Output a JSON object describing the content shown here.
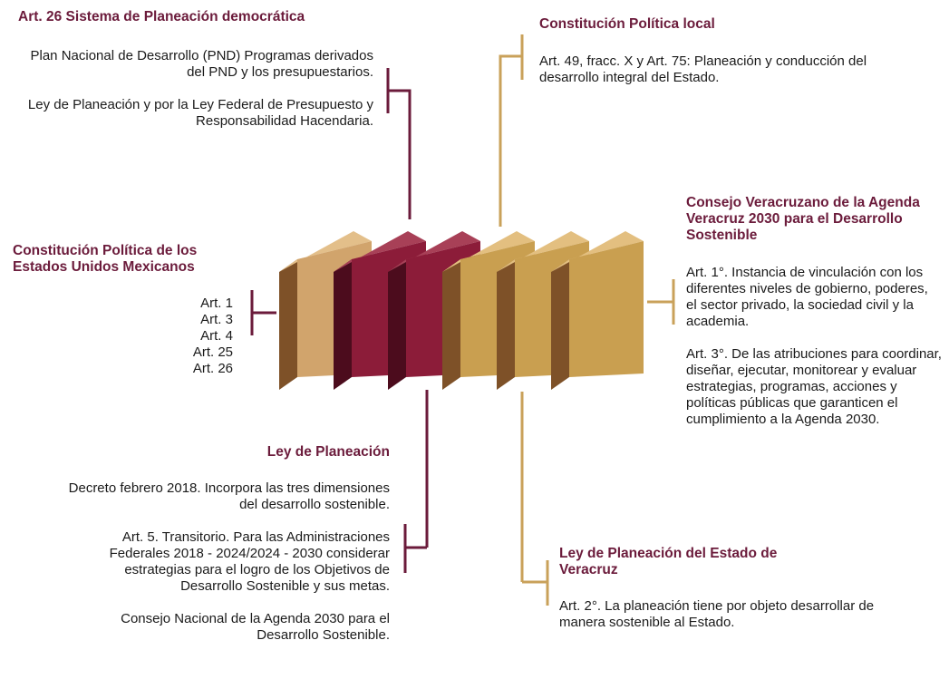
{
  "colors": {
    "maroon_title": "#6b1b3b",
    "maroon_line": "#6b1b3b",
    "gold_line": "#c9a15a"
  },
  "blocks": {
    "art26": {
      "title": "Art. 26 Sistema de Planeación democrática",
      "p1": "Plan Nacional de Desarrollo (PND) Programas derivados del PND y los presupuestarios.",
      "p2": "Ley de Planeación y por la Ley Federal de Presupuesto y Responsabilidad Hacendaria."
    },
    "constitucion_local": {
      "title": "Constitución Política local",
      "p1": "Art. 49, fracc. X y Art. 75: Planeación y conducción del desarrollo integral del Estado."
    },
    "constitucion_federal": {
      "title": "Constitución Política de los Estados Unidos Mexicanos",
      "articles": [
        "Art. 1",
        "Art. 3",
        "Art. 4",
        "Art. 25",
        "Art. 26"
      ]
    },
    "consejo_veracruzano": {
      "title": "Consejo Veracruzano de la Agenda Veracruz 2030 para el Desarrollo Sostenible",
      "p1": "Art. 1°. Instancia de vinculación con los diferentes niveles de gobierno, poderes, el sector privado, la sociedad civil y la academia.",
      "p2": "Art. 3°. De las atribuciones para coordinar, diseñar, ejecutar, monitorear y evaluar estrategias, programas, acciones y políticas públicas que garanticen el cumplimiento a la Agenda 2030."
    },
    "ley_planeacion": {
      "title": "Ley de Planeación",
      "p1": "Decreto febrero 2018. Incorpora las tres dimensiones del desarrollo sostenible.",
      "p2": "Art. 5. Transitorio. Para las Administraciones Federales 2018 - 2024/2024 - 2030 considerar estrategias para el logro de los Objetivos de Desarrollo Sostenible y sus metas.",
      "p3": "Consejo Nacional de la Agenda 2030 para el Desarrollo Sostenible."
    },
    "ley_planeacion_veracruz": {
      "title": "Ley de Planeación del Estado de Veracruz",
      "p1": "Art. 2°. La planeación tiene por objeto desarrollar de manera sostenible al Estado."
    }
  }
}
